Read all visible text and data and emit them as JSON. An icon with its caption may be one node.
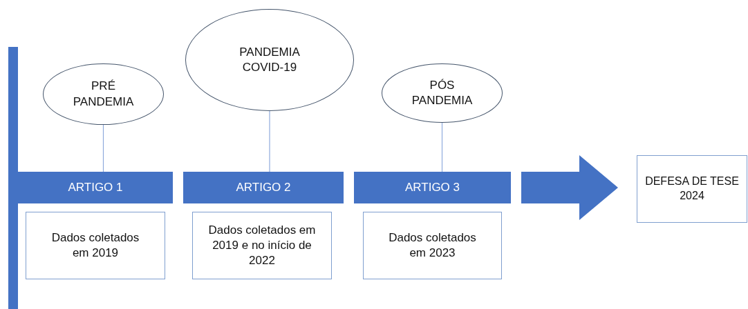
{
  "diagram": {
    "nodes": [
      {
        "text": [
          "PRÉ PANDEMIA"
        ]
      },
      {
        "text": [
          "PANDEMIA COVID-19"
        ]
      },
      {
        "text": [
          "PÓS PANDEMIA"
        ]
      },
      {
        "text": [
          "ARTIGO 1"
        ]
      },
      {
        "text": [
          "ARTIGO 2"
        ]
      },
      {
        "text": [
          "ARTIGO 3"
        ]
      },
      {
        "text": [
          "Dados coletados em 2019"
        ]
      },
      {
        "text": [
          "Dados coletados em 2019 e no início de 2022"
        ]
      },
      {
        "text": [
          "Dados coletados em 2023"
        ]
      },
      {
        "text": [
          "DEFESA DE TESE 2024"
        ]
      },
      {
        "text": [],
        "shape": "bar"
      }
    ],
    "edges": [
      {
        "from": 0,
        "to": 3,
        "arrow": "none"
      },
      {
        "from": 1,
        "to": 4,
        "arrow": "none"
      },
      {
        "from": 2,
        "to": 5,
        "arrow": "none"
      },
      {
        "from": 5,
        "to": 9,
        "arrow": "to",
        "style": "thick"
      }
    ]
  }
}
